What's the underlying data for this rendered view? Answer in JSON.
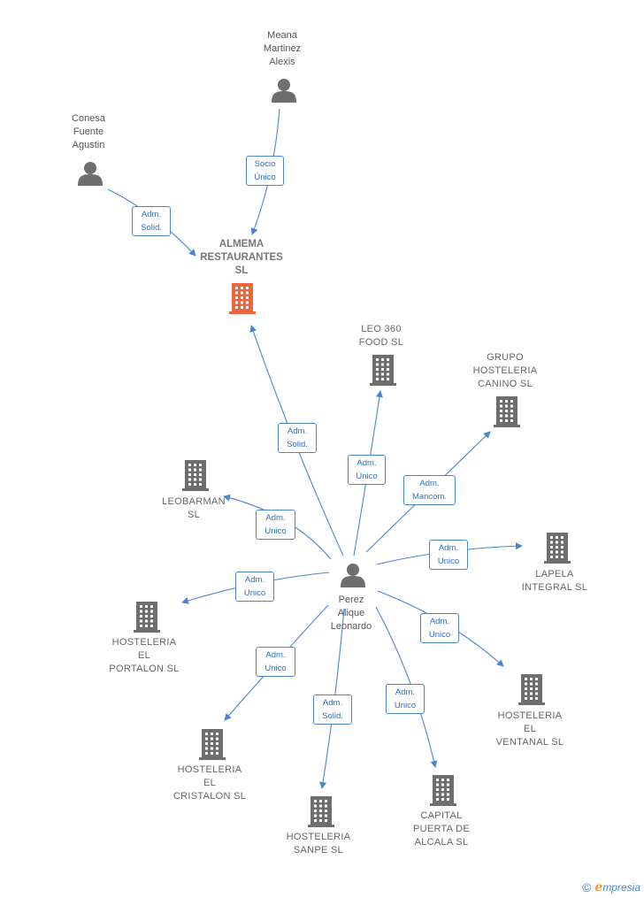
{
  "center": {
    "name": "Perez\nAlique\nLeonardo"
  },
  "main_company": {
    "name": "ALMEMA\nRESTAURANTES\nSL"
  },
  "persons": [
    {
      "name": "Meana\nMartinez\nAlexis"
    },
    {
      "name": "Conesa\nFuente\nAgustin"
    }
  ],
  "companies": [
    {
      "name": "LEO 360\nFOOD  SL"
    },
    {
      "name": "GRUPO\nHOSTELERIA\nCANINO  SL"
    },
    {
      "name": "LEOBARMAN\nSL"
    },
    {
      "name": "LAPELA\nINTEGRAL  SL"
    },
    {
      "name": "HOSTELERIA\nEL\nPORTALON  SL"
    },
    {
      "name": "HOSTELERIA\nEL\nVENTANAL  SL"
    },
    {
      "name": "HOSTELERIA\nEL\nCRISTALON  SL"
    },
    {
      "name": "HOSTELERIA\nSANPE  SL"
    },
    {
      "name": "CAPITAL\nPUERTA DE\nALCALA  SL"
    }
  ],
  "edges": [
    {
      "label": "Socio\nÚnico"
    },
    {
      "label": "Adm.\nSolid."
    },
    {
      "label": "Adm.\nSolid."
    },
    {
      "label": "Adm.\nUnico"
    },
    {
      "label": "Adm.\nMancom."
    },
    {
      "label": "Adm.\nUnico"
    },
    {
      "label": "Adm.\nUnico"
    },
    {
      "label": "Adm.\nUnico"
    },
    {
      "label": "Adm.\nUnico"
    },
    {
      "label": "Adm.\nUnico"
    },
    {
      "label": "Adm.\nSolid."
    },
    {
      "label": "Adm.\nUnico"
    }
  ],
  "footer": {
    "copyright": "©",
    "brand_initial": "e",
    "brand_rest": "mpresia"
  },
  "colors": {
    "edge": "#4a86d0",
    "node_icon": "#6e6e6e",
    "main_icon": "#f0643c"
  }
}
